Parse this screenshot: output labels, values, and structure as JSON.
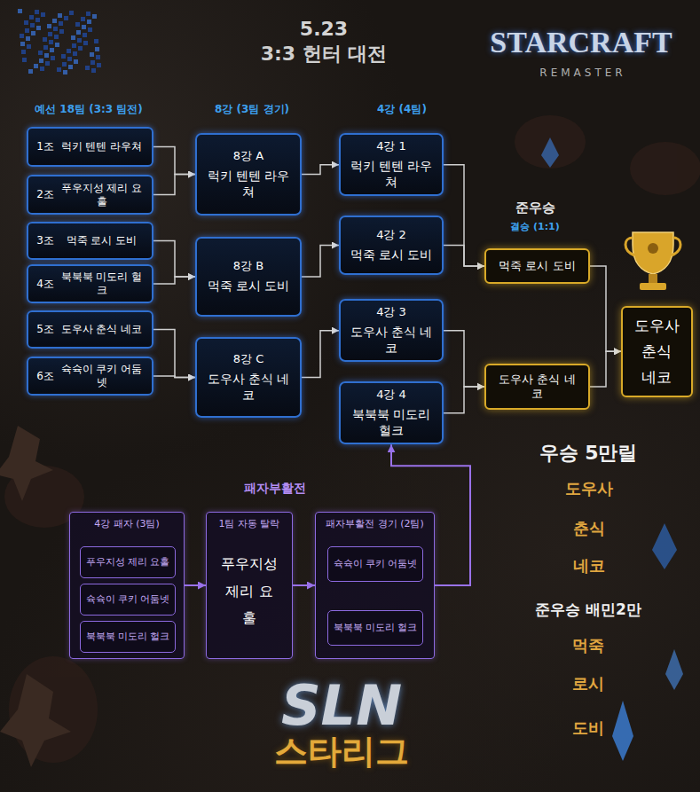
{
  "diagram": {
    "title": "3:3 헌터 대전",
    "nodes": [
      {
        "text": [
          "1조",
          "럭키 텐텐 라우쳐"
        ]
      },
      {
        "text": [
          "2조",
          "푸우지성 제리 요훌"
        ]
      },
      {
        "text": [
          "3조",
          "먹죽 로시 도비"
        ]
      },
      {
        "text": [
          "4조",
          "북북북 미도리 헐크"
        ]
      },
      {
        "text": [
          "5조",
          "도우사 춘식 네코"
        ]
      },
      {
        "text": [
          "6조",
          "슉슉이 쿠키 어둠넷"
        ]
      },
      {
        "text": [
          "8강 A",
          "럭키 텐텐 라우쳐"
        ]
      },
      {
        "text": [
          "8강 B",
          "먹죽 로시 도비"
        ]
      },
      {
        "text": [
          "8강 C",
          "도우사 춘식 네코"
        ]
      },
      {
        "text": [
          "4강 1",
          "럭키 텐텐 라우쳐"
        ]
      },
      {
        "text": [
          "4강 2",
          "먹죽 로시 도비"
        ]
      },
      {
        "text": [
          "4강 3",
          "도우사 춘식 네코"
        ]
      },
      {
        "text": [
          "4강 4",
          "북북북 미도리 헐크"
        ]
      },
      {
        "text": [
          "먹죽 로시 도비"
        ]
      },
      {
        "text": [
          "도우사 춘식 네코"
        ]
      },
      {
        "text": [
          "도우사 춘식 네코"
        ]
      },
      {
        "text": [
          "4강 패자 (3팀)"
        ]
      },
      {
        "text": [
          "푸우지성 제리 요훌"
        ],
        "in": 16
      },
      {
        "text": [
          "슉슉이 쿠키 어둠넷"
        ],
        "in": 16
      },
      {
        "text": [
          "북북북 미도리 헐크"
        ],
        "in": 16
      },
      {
        "text": [
          "1팀 자동 탈락",
          "푸우지성 제리 요훌"
        ]
      },
      {
        "text": [
          "패자부활전 경기 (2팀)"
        ]
      },
      {
        "text": [
          "슉슉이 쿠키 어둠넷"
        ],
        "in": 21
      },
      {
        "text": [
          "북북북 미도리 헐크"
        ],
        "in": 21
      }
    ],
    "edges": [
      {
        "from": 0,
        "to": 6,
        "arrow": "to"
      },
      {
        "from": 1,
        "to": 6,
        "arrow": "to"
      },
      {
        "from": 2,
        "to": 7,
        "arrow": "to"
      },
      {
        "from": 3,
        "to": 7,
        "arrow": "to"
      },
      {
        "from": 4,
        "to": 8,
        "arrow": "to"
      },
      {
        "from": 5,
        "to": 8,
        "arrow": "to"
      },
      {
        "from": 6,
        "to": 9,
        "arrow": "to"
      },
      {
        "from": 7,
        "to": 10,
        "arrow": "to"
      },
      {
        "from": 8,
        "to": 11,
        "arrow": "to"
      },
      {
        "from": 9,
        "to": 13,
        "arrow": "to"
      },
      {
        "from": 10,
        "to": 13,
        "arrow": "to"
      },
      {
        "from": 11,
        "to": 14,
        "arrow": "to"
      },
      {
        "from": 12,
        "to": 14,
        "arrow": "to"
      },
      {
        "from": 13,
        "to": 15,
        "arrow": "to"
      },
      {
        "from": 14,
        "to": 15,
        "arrow": "to"
      },
      {
        "from": 16,
        "to": 20,
        "arrow": "to"
      },
      {
        "from": 20,
        "to": 21,
        "arrow": "to"
      },
      {
        "from": 21,
        "to": 12,
        "arrow": "to"
      }
    ],
    "labels": [
      "5.23",
      "예선 18팀 (3:3 팀전)",
      "8강 (3팀 경기)",
      "4강 (4팀)",
      "준우승",
      "결승 (1:1)",
      "패자부활전",
      "우승 5만릴",
      "도우사",
      "춘식",
      "네코",
      "준우승 배민2만",
      "먹죽",
      "로시",
      "도비",
      "STARCRAFT",
      "REMASTER",
      "SLN",
      "스타리그"
    ]
  }
}
